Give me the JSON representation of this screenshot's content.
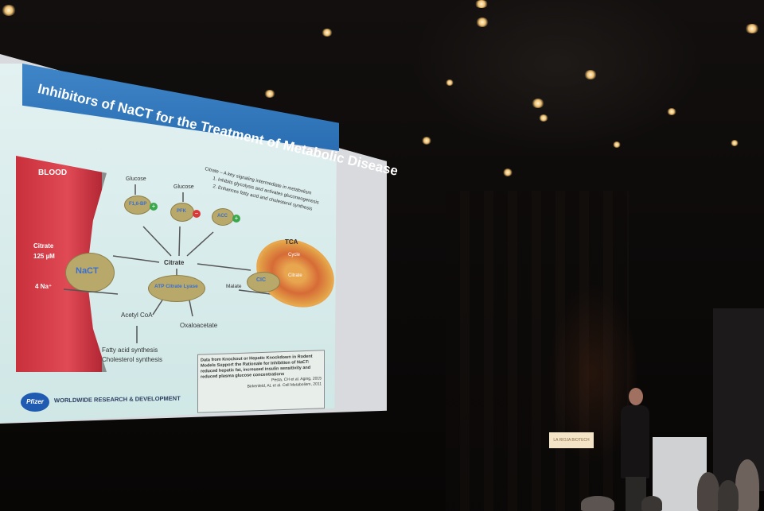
{
  "slide": {
    "title": "Inhibitors of NaCT for the Treatment of Metabolic Disease",
    "blood_label": "BLOOD",
    "citrate_label": "Citrate",
    "citrate_conc": "125 µM",
    "sodium_label": "4 Na⁺",
    "nact_label": "NaCT",
    "center_citrate": "Citrate",
    "atp_lyase": "ATP Citrate Lyase",
    "acetyl_coa": "Acetyl CoA",
    "oxaloacetate": "Oxaloacetate",
    "malate": "Malate",
    "cic": "CIC",
    "tca": "TCA",
    "cycle": "Cycle",
    "mito_citrate": "Citrate",
    "glucose_1": "Glucose",
    "glucose_2": "Glucose",
    "fatty_acid": "Fatty acid synthesis",
    "cholesterol": "Cholesterol synthesis",
    "enzyme_1": "PFK",
    "enzyme_2": "F1,6-BP",
    "enzyme_3": "ACC",
    "citrate_note_title": "Citrate – A key signaling intermediate in metabolism",
    "citrate_note_1": "1. Inhibits glycolysis and activates gluconeogenesis",
    "citrate_note_2": "2. Enhances fatty acid and cholesterol synthesis",
    "box_text_1": "Data from Knockout or Hepatic Knockdown in Rodent",
    "box_text_2": "Models Support the Rationale for Inhibition of NaCT:",
    "box_text_3": "reduced hepatic fat, increased insulin sensitivity and",
    "box_text_4": "reduced plasma glucose concentrations",
    "ref_1": "Pesta, CH et al. Aging, 2015",
    "ref_2": "Birkenfeld, AL et al. Cell Metabolism, 2011",
    "logo_text": "Pfizer",
    "footer": "WORLDWIDE RESEARCH & DEVELOPMENT"
  },
  "stage": {
    "podium_sign": "LA RIOJA BIOTECH"
  }
}
